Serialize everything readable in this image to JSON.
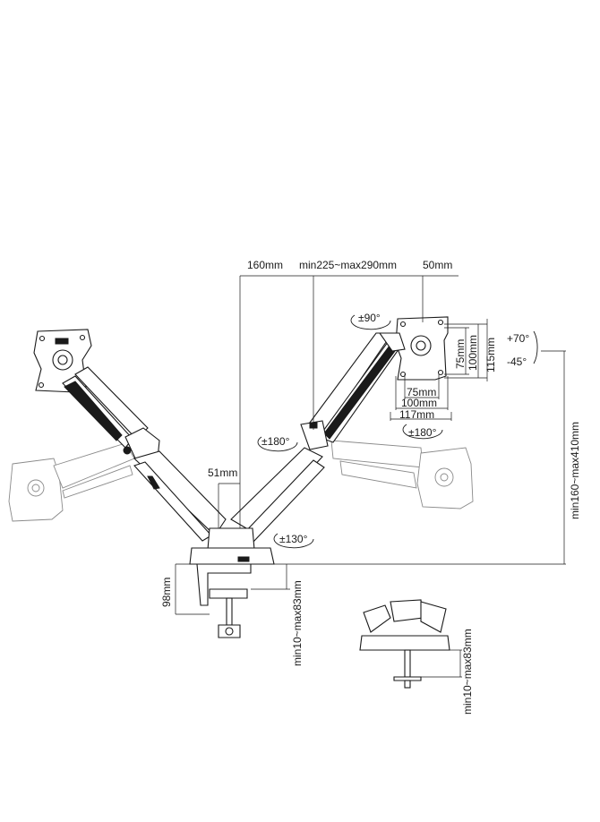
{
  "labels": {
    "arm_reach": "160mm",
    "arm_length": "min225~max290mm",
    "vesa_offset": "50mm",
    "pole_offset": "51mm",
    "height_range": "min160~max410mm",
    "clamp_height": "98mm",
    "clamp_range": "min10~max83mm",
    "grommet_range": "min10~max83mm",
    "vesa_75_h": "75mm",
    "vesa_100_h": "100mm",
    "vesa_115_h": "115mm",
    "vesa_75_w": "75mm",
    "vesa_100_w": "100mm",
    "vesa_117_w": "117mm"
  },
  "rotations": {
    "swivel_90": "±90°",
    "rot_180_left": "±180°",
    "rot_180_right": "±180°",
    "rot_130": "±130°",
    "tilt_up": "+70°",
    "tilt_down": "-45°"
  }
}
